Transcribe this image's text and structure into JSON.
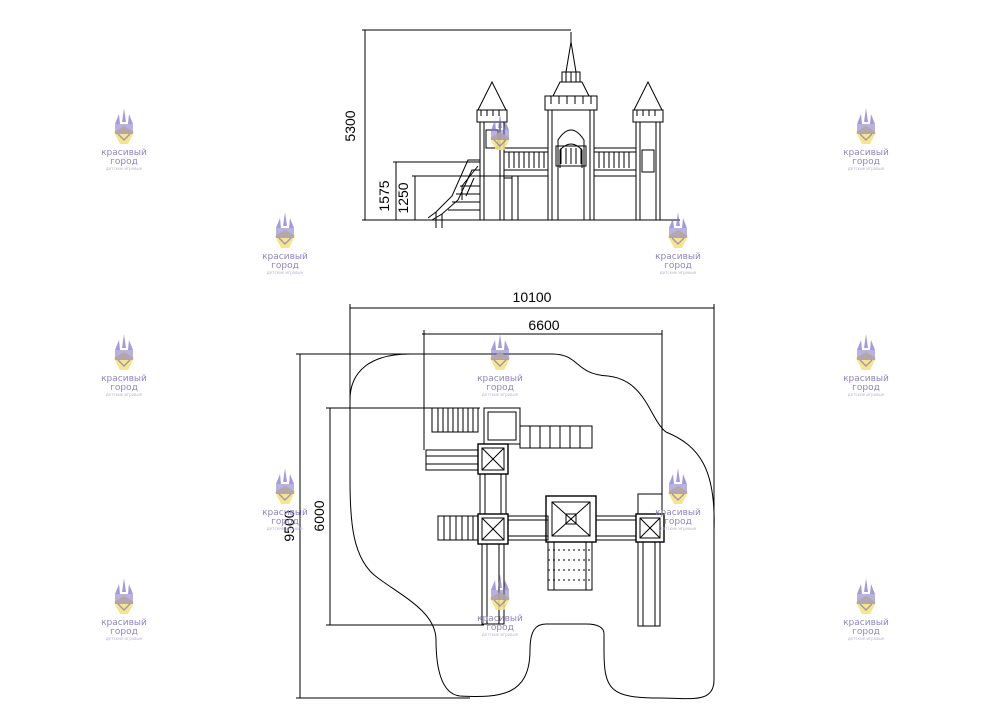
{
  "elevation": {
    "height_total": "5300",
    "height_platform_high": "1575",
    "height_platform_low": "1250"
  },
  "plan": {
    "overall_width": "10100",
    "equipment_width": "6600",
    "overall_depth": "9500",
    "equipment_depth": "6000"
  },
  "watermark": {
    "line1": "красивый",
    "line2": "город",
    "tagline": "детские игровые"
  },
  "colors": {
    "line": "#000000",
    "watermark_purple": "#7d72c4",
    "watermark_yellow": "#f3e27a"
  }
}
